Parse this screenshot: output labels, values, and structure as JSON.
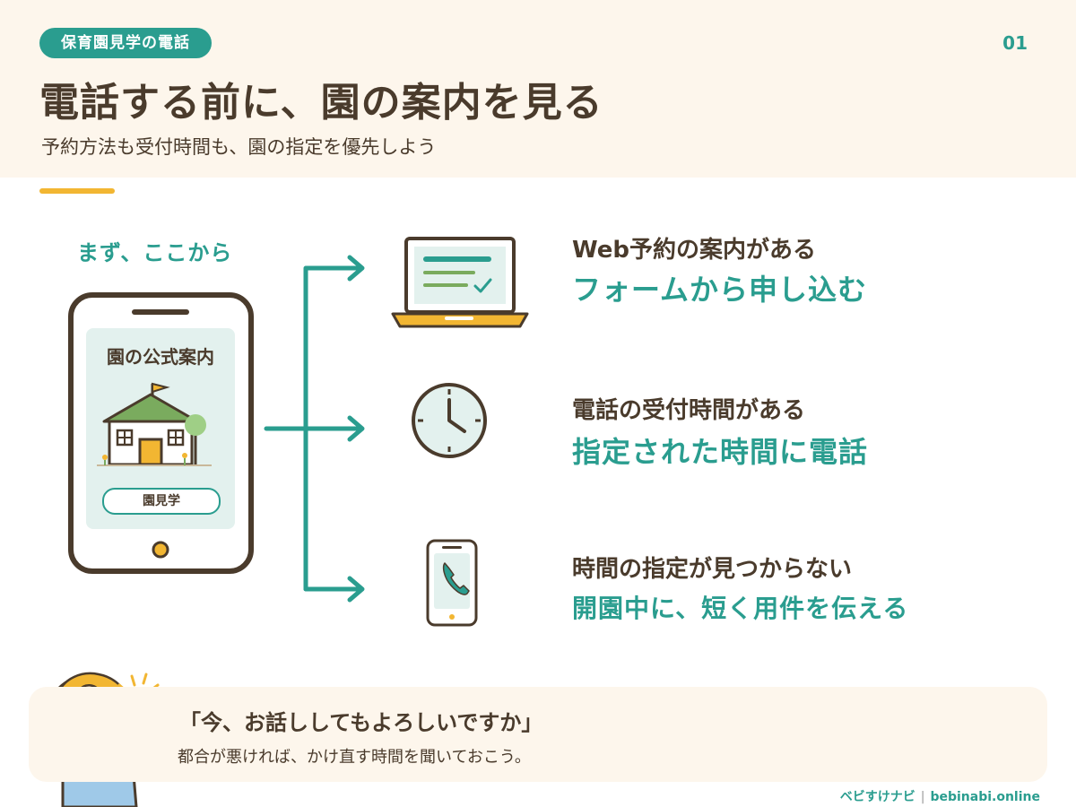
{
  "header": {
    "tag": "保育園見学の電話",
    "page_number": "01",
    "title": "電話する前に、園の案内を見る",
    "subtitle": "予約方法も受付時間も、園の指定を優先しよう"
  },
  "start_label": "まず、ここから",
  "phone_card": {
    "title": "園の公式案内",
    "button": "園見学",
    "icon": "house-icon"
  },
  "options": [
    {
      "condition": "Web予約の案内がある",
      "action": "フォームから申し込む",
      "icon": "laptop-icon"
    },
    {
      "condition": "電話の受付時間がある",
      "action": "指定された時間に電話",
      "icon": "clock-icon"
    },
    {
      "condition": "時間の指定が見つからない",
      "action": "開園中に、短く用件を伝える",
      "icon": "phone-call-icon"
    }
  ],
  "callout": {
    "quote": "「今、お話ししてもよろしいですか」",
    "note": "都合が悪ければ、かけ直す時間を聞いておこう。"
  },
  "brand": {
    "name": "ベビすけナビ",
    "url": "bebinabi.online"
  },
  "colors": {
    "teal": "#2a9d8f",
    "brown": "#4a3b2c",
    "yellow": "#f2b632",
    "cream": "#fdf6ec"
  }
}
